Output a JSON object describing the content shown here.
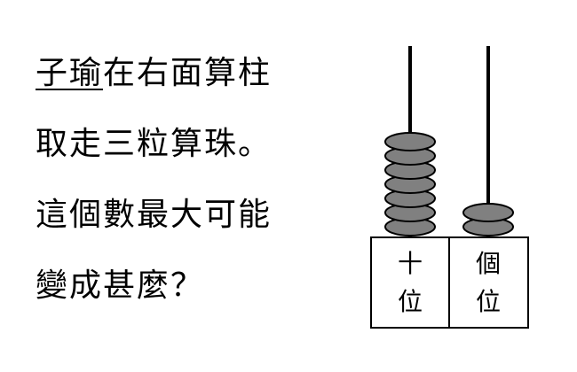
{
  "question": {
    "name": "子瑜",
    "line1_rest": "在右面算柱",
    "line2": "取走三粒算珠。",
    "line3": "這個數最大可能",
    "line4": "變成甚麼？"
  },
  "abacus": {
    "tens_label": [
      "十",
      "位"
    ],
    "ones_label": [
      "個",
      "位"
    ],
    "tens_beads": 7,
    "ones_beads": 2,
    "bead_color": "#808080",
    "bead_stroke": "#000000"
  }
}
